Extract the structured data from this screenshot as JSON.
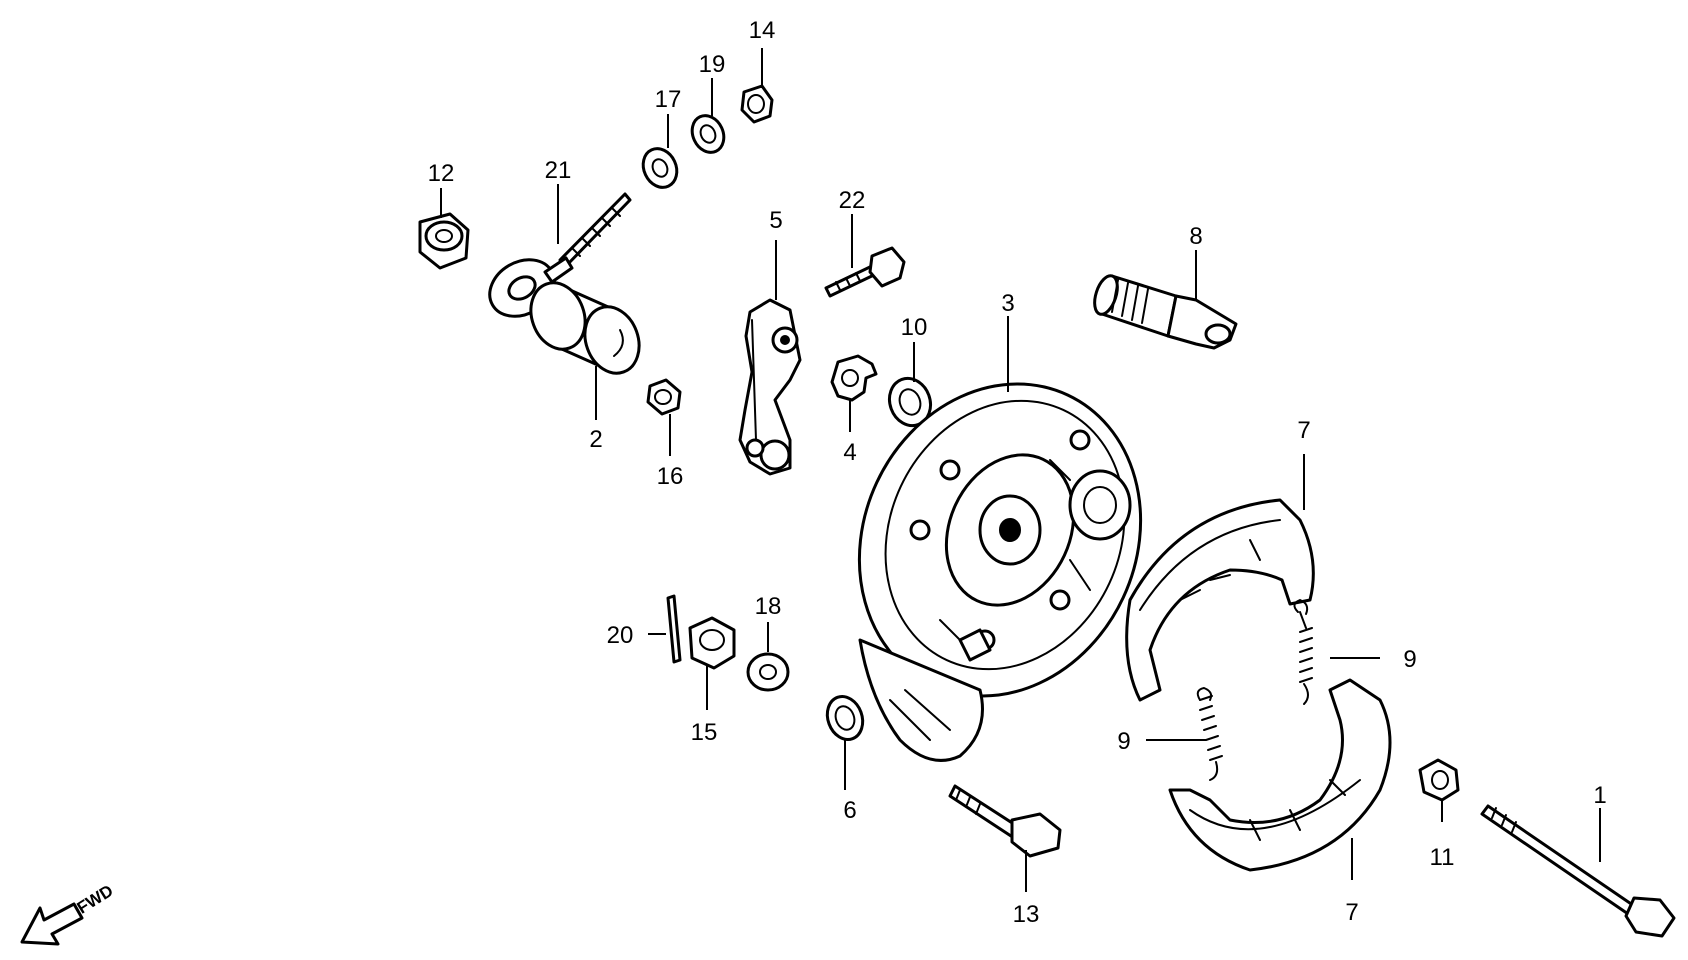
{
  "diagram": {
    "callouts": {
      "c1": "1",
      "c2": "2",
      "c3": "3",
      "c4": "4",
      "c5": "5",
      "c6": "6",
      "c7a": "7",
      "c7b": "7",
      "c8": "8",
      "c9a": "9",
      "c9b": "9",
      "c10": "10",
      "c11": "11",
      "c12": "12",
      "c13": "13",
      "c14": "14",
      "c15": "15",
      "c16": "16",
      "c17": "17",
      "c18": "18",
      "c19": "19",
      "c20": "20",
      "c21": "21",
      "c22": "22"
    },
    "direction_label": "FWD",
    "line_color": "#000000",
    "background_color": "#ffffff"
  }
}
